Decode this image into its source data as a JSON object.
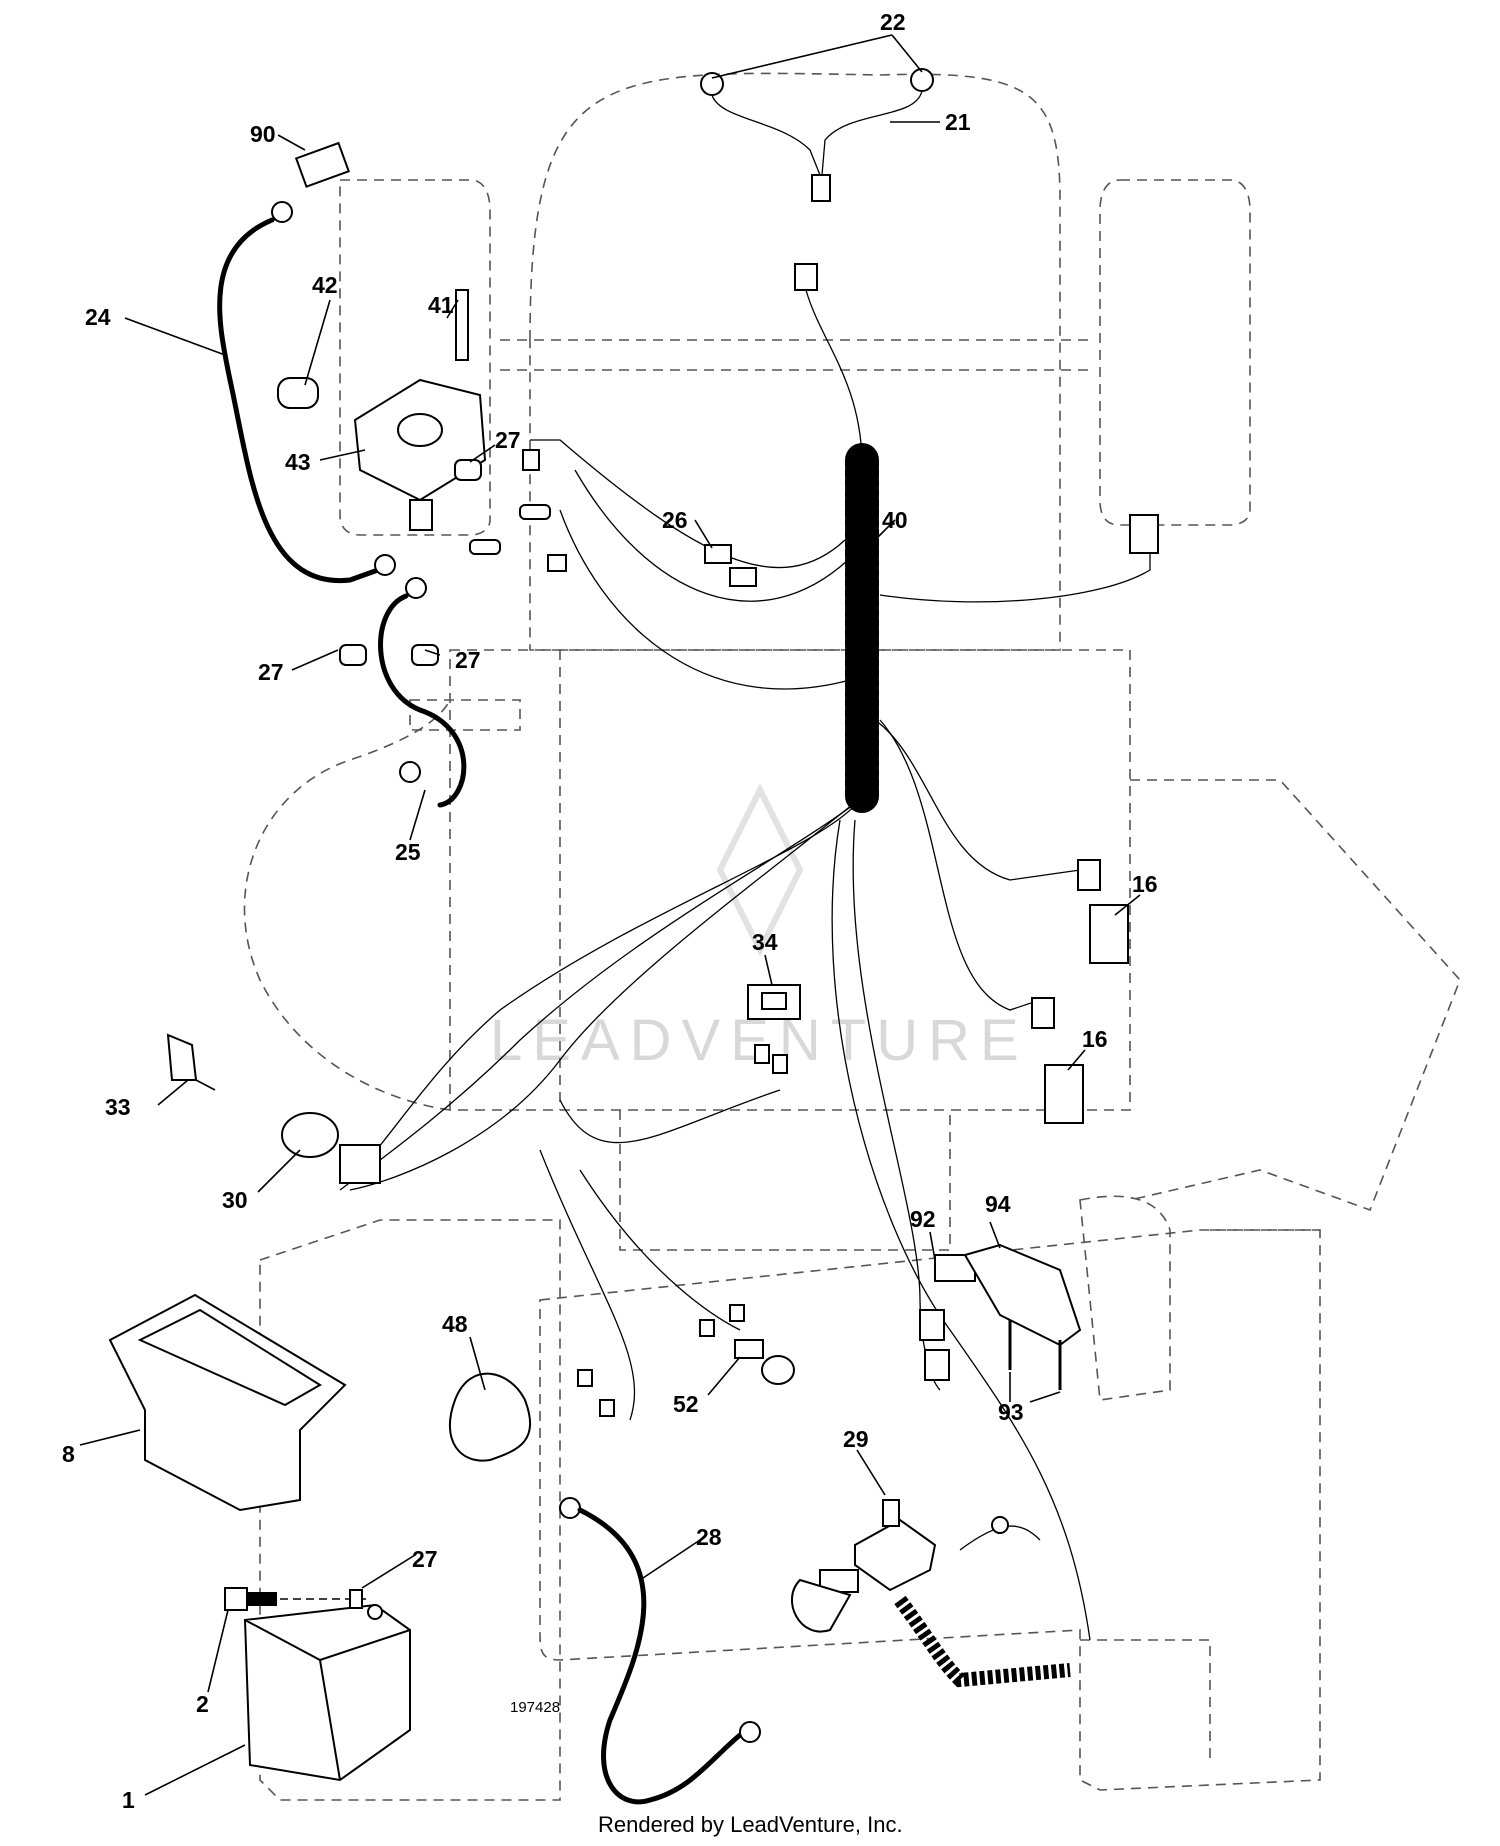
{
  "diagram": {
    "drawing_number": "197428",
    "footer": "Rendered by LeadVenture, Inc.",
    "watermark": "LEADVENTURE",
    "callouts": [
      {
        "id": "c22",
        "label": "22"
      },
      {
        "id": "c21",
        "label": "21"
      },
      {
        "id": "c90",
        "label": "90"
      },
      {
        "id": "c42",
        "label": "42"
      },
      {
        "id": "c41",
        "label": "41"
      },
      {
        "id": "c24",
        "label": "24"
      },
      {
        "id": "c43",
        "label": "43"
      },
      {
        "id": "c27a",
        "label": "27"
      },
      {
        "id": "c26",
        "label": "26"
      },
      {
        "id": "c40",
        "label": "40"
      },
      {
        "id": "c27b",
        "label": "27"
      },
      {
        "id": "c27c",
        "label": "27"
      },
      {
        "id": "c25",
        "label": "25"
      },
      {
        "id": "c16a",
        "label": "16"
      },
      {
        "id": "c34",
        "label": "34"
      },
      {
        "id": "c16b",
        "label": "16"
      },
      {
        "id": "c33",
        "label": "33"
      },
      {
        "id": "c30",
        "label": "30"
      },
      {
        "id": "c92",
        "label": "92"
      },
      {
        "id": "c94",
        "label": "94"
      },
      {
        "id": "c48",
        "label": "48"
      },
      {
        "id": "c52",
        "label": "52"
      },
      {
        "id": "c93",
        "label": "93"
      },
      {
        "id": "c8",
        "label": "8"
      },
      {
        "id": "c29",
        "label": "29"
      },
      {
        "id": "c27d",
        "label": "27"
      },
      {
        "id": "c28",
        "label": "28"
      },
      {
        "id": "c2",
        "label": "2"
      },
      {
        "id": "c1",
        "label": "1"
      }
    ]
  }
}
